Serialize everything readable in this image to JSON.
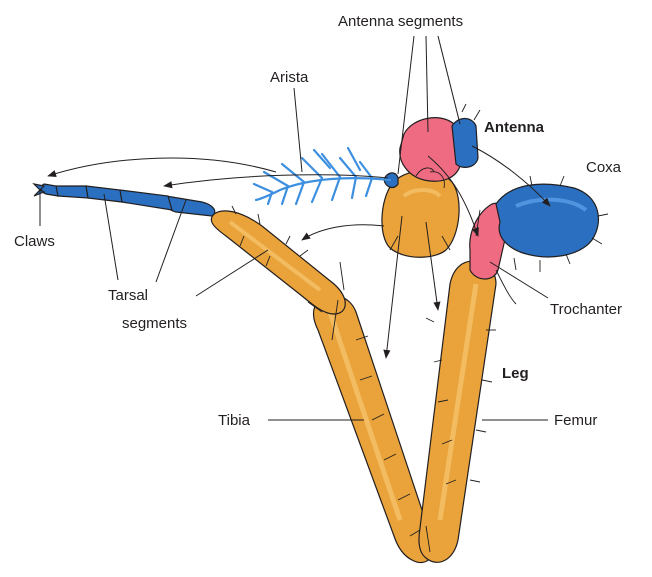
{
  "labels": {
    "antenna_segments": "Antenna segments",
    "arista": "Arista",
    "antenna": "Antenna",
    "coxa": "Coxa",
    "claws": "Claws",
    "tarsal_line1": "Tarsal",
    "tarsal_line2": "segments",
    "trochanter": "Trochanter",
    "leg": "Leg",
    "tibia": "Tibia",
    "femur": "Femur"
  },
  "colors": {
    "orange": "#e9a33a",
    "orange_dark": "#c98420",
    "pink": "#ef6b82",
    "blue": "#2a6fc0",
    "blue_light": "#3d8fe0",
    "ink": "#231f20"
  }
}
